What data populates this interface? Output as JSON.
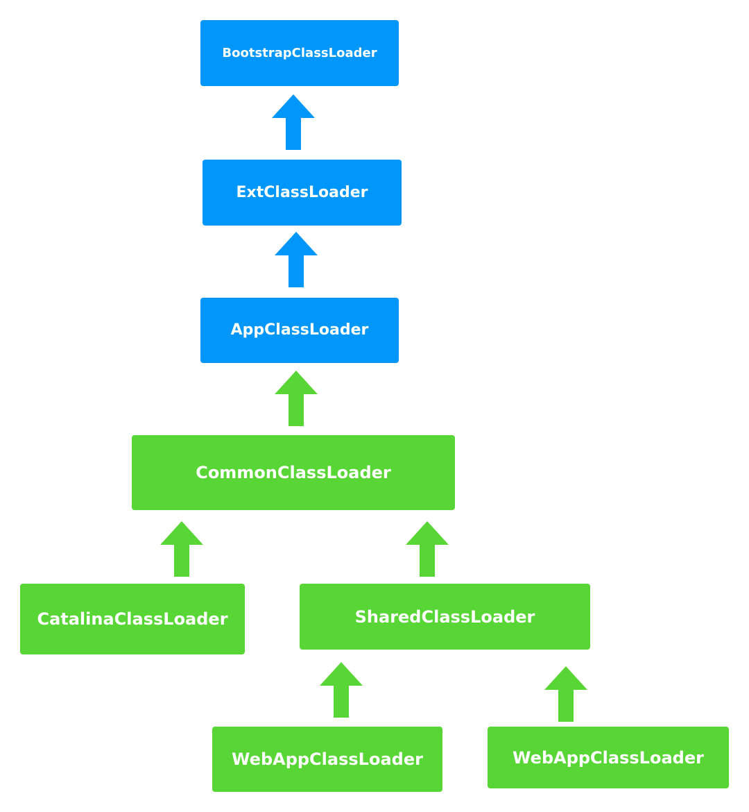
{
  "colors": {
    "blue": "#0096fa",
    "green": "#58d636",
    "background": "#ffffff",
    "text": "#ffffff"
  },
  "nodes": {
    "bootstrap": {
      "label": "BootstrapClassLoader",
      "color": "blue"
    },
    "ext": {
      "label": "ExtClassLoader",
      "color": "blue"
    },
    "app": {
      "label": "AppClassLoader",
      "color": "blue"
    },
    "common": {
      "label": "CommonClassLoader",
      "color": "green"
    },
    "catalina": {
      "label": "CatalinaClassLoader",
      "color": "green"
    },
    "shared": {
      "label": "SharedClassLoader",
      "color": "green"
    },
    "webapp1": {
      "label": "WebAppClassLoader",
      "color": "green"
    },
    "webapp2": {
      "label": "WebAppClassLoader",
      "color": "green"
    }
  },
  "edges": [
    {
      "from": "ext",
      "to": "bootstrap",
      "color": "blue",
      "icon": "up-arrow-icon"
    },
    {
      "from": "app",
      "to": "ext",
      "color": "blue",
      "icon": "up-arrow-icon"
    },
    {
      "from": "common",
      "to": "app",
      "color": "green",
      "icon": "up-arrow-icon"
    },
    {
      "from": "catalina",
      "to": "common",
      "color": "green",
      "icon": "up-arrow-icon"
    },
    {
      "from": "shared",
      "to": "common",
      "color": "green",
      "icon": "up-arrow-icon"
    },
    {
      "from": "webapp1",
      "to": "shared",
      "color": "green",
      "icon": "up-arrow-icon"
    },
    {
      "from": "webapp2",
      "to": "shared",
      "color": "green",
      "icon": "up-arrow-icon"
    }
  ]
}
